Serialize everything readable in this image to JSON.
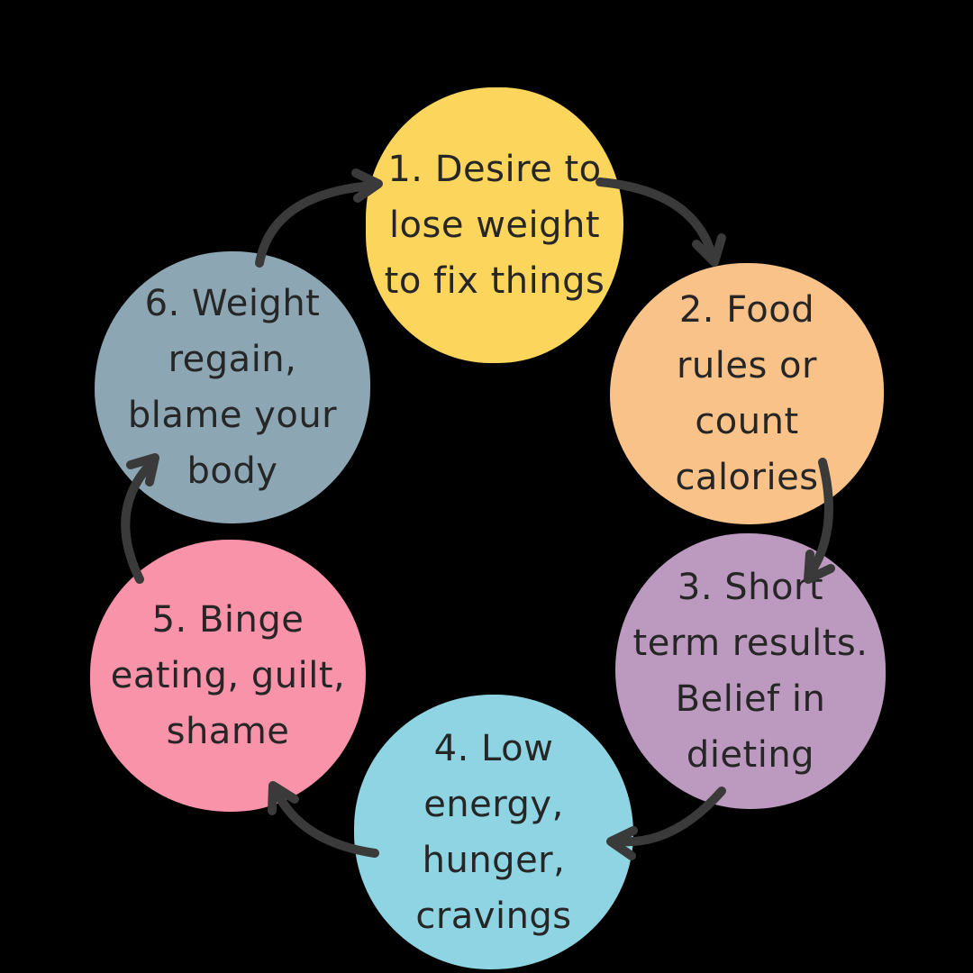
{
  "page": {
    "background": "#000000",
    "description": "Six-step diet cycle diagram"
  },
  "colors": {
    "arrow": "#3a3a3a",
    "text": "#262626"
  },
  "cycle": {
    "steps": [
      {
        "id": 1,
        "label": "1. Desire to\nlose weight\nto fix things",
        "color": "#FCD65C"
      },
      {
        "id": 2,
        "label": "2. Food\nrules or\ncount\ncalories",
        "color": "#F9C289"
      },
      {
        "id": 3,
        "label": "3. Short\nterm results.\nBelief in\ndieting",
        "color": "#BC99BE"
      },
      {
        "id": 4,
        "label": "4. Low\nenergy,\nhunger,\ncravings",
        "color": "#8ED4E2"
      },
      {
        "id": 5,
        "label": "5. Binge\neating, guilt,\nshame",
        "color": "#F893A9"
      },
      {
        "id": 6,
        "label": "6. Weight\nregain,\nblame your\nbody",
        "color": "#8CA6B4"
      }
    ],
    "flow": [
      "1-to-2",
      "2-to-3",
      "3-to-4",
      "4-to-5",
      "5-to-6",
      "6-to-1"
    ]
  }
}
